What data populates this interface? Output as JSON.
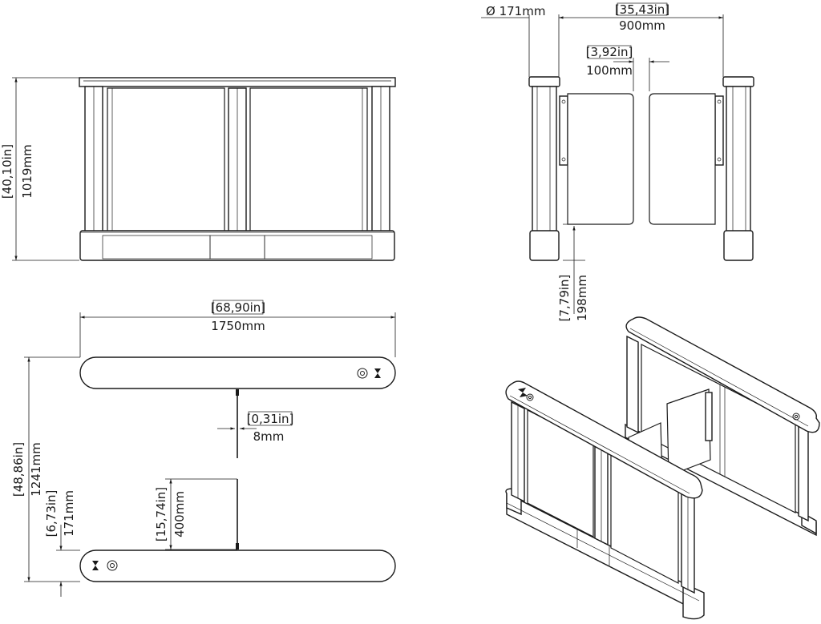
{
  "dimensions": {
    "height_in": "[40,10in]",
    "height_mm": "1019mm",
    "diameter": "Ø 171mm",
    "passage_in": "[35,43in]",
    "passage_mm": "900mm",
    "gap_in": "[3,92in]",
    "gap_mm": "100mm",
    "glass_bottom_in": "[7,79in]",
    "glass_bottom_mm": "198mm",
    "length_in": "[68,90in]",
    "length_mm": "1750mm",
    "glass_thick_in": "[0,31in]",
    "glass_thick_mm": "8mm",
    "total_width_in": "[48,86in]",
    "total_width_mm": "1241mm",
    "cab_width_in": "[6,73in]",
    "cab_width_mm": "171mm",
    "flap_in": "[15,74in]",
    "flap_mm": "400mm"
  }
}
